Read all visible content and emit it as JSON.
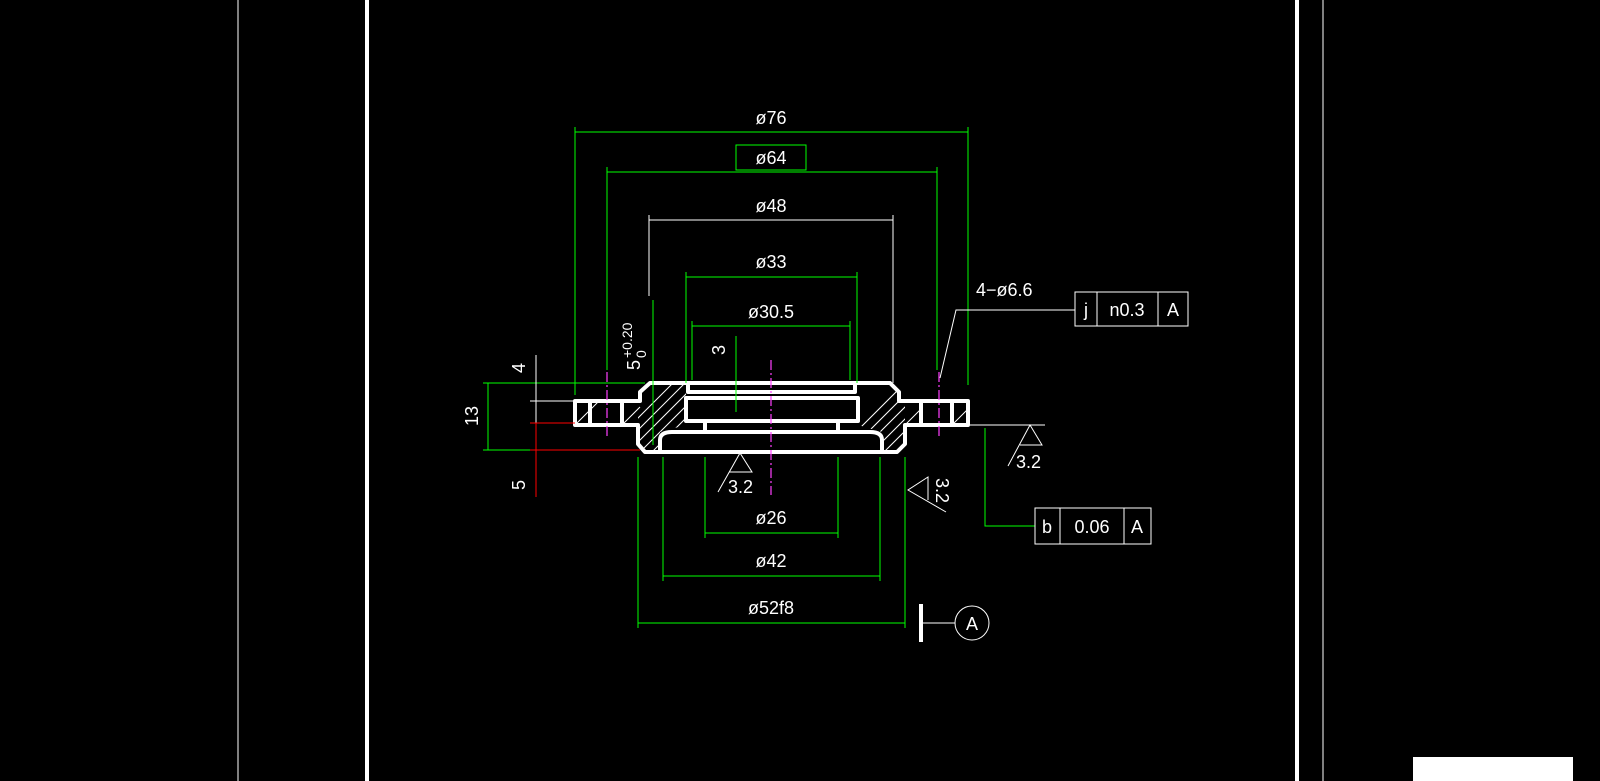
{
  "colors": {
    "background": "#000000",
    "outline": "#ffffff",
    "dimension": "#00ff00",
    "centerline": "#ff40ff",
    "highlight": "#ff0000"
  },
  "dimensions": {
    "d76": "ø76",
    "d64": "ø64",
    "d48": "ø48",
    "d33": "ø33",
    "d30_5": "ø30.5",
    "d26": "ø26",
    "d42": "ø42",
    "d52f8": "ø52f8",
    "depth3": "3",
    "h4": "4",
    "h13": "13",
    "h5": "5",
    "tol_base": "5",
    "tol_upper": "+0.20",
    "tol_lower": "0",
    "holes": "4−ø6.6"
  },
  "roughness": [
    "3.2",
    "3.2",
    "3.2"
  ],
  "fcf_position": {
    "symbol": "j",
    "tolerance": "n0.3",
    "datum": "A"
  },
  "fcf_runout": {
    "symbol": "b",
    "tolerance": "0.06",
    "datum": "A"
  },
  "datum_label": "A"
}
